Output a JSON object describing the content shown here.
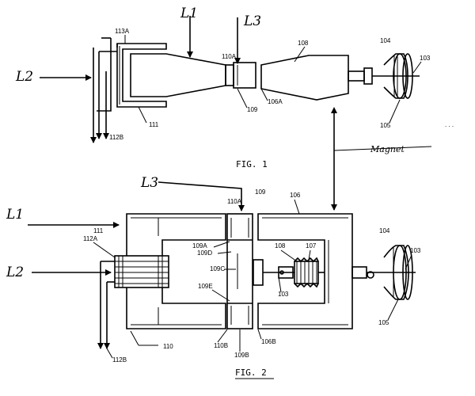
{
  "figures": {
    "fig1": {
      "caption": "FIG. 1"
    },
    "fig2": {
      "caption": "FIG. 2"
    }
  },
  "handwritten": {
    "L1_fig1": "L1",
    "L3_fig1": "L3",
    "L2_fig1": "L2",
    "magnet": "Magnet",
    "L3_fig2": "L3",
    "L1_fig2": "L1",
    "L2_fig2": "L2"
  },
  "labels_fig1": {
    "l113A": "113A",
    "l110A": "110A",
    "l108": "108",
    "l104": "104",
    "l103": "103",
    "l111": "111",
    "l112B": "112B",
    "l109": "109",
    "l106A": "106A",
    "l105": "105"
  },
  "labels_fig2": {
    "l110A": "110A",
    "l109": "109",
    "l106": "106",
    "l111": "111",
    "l112A": "112A",
    "l109A": "109A",
    "l109D": "109D",
    "l109C": "109C",
    "l108": "108",
    "l107": "107",
    "l104": "104",
    "l103a": "103",
    "l103b": "103",
    "l109E": "109E",
    "l105": "105",
    "l110": "110",
    "l112B": "112B",
    "l110B": "110B",
    "l106B": "106B",
    "l109B": "109B"
  }
}
